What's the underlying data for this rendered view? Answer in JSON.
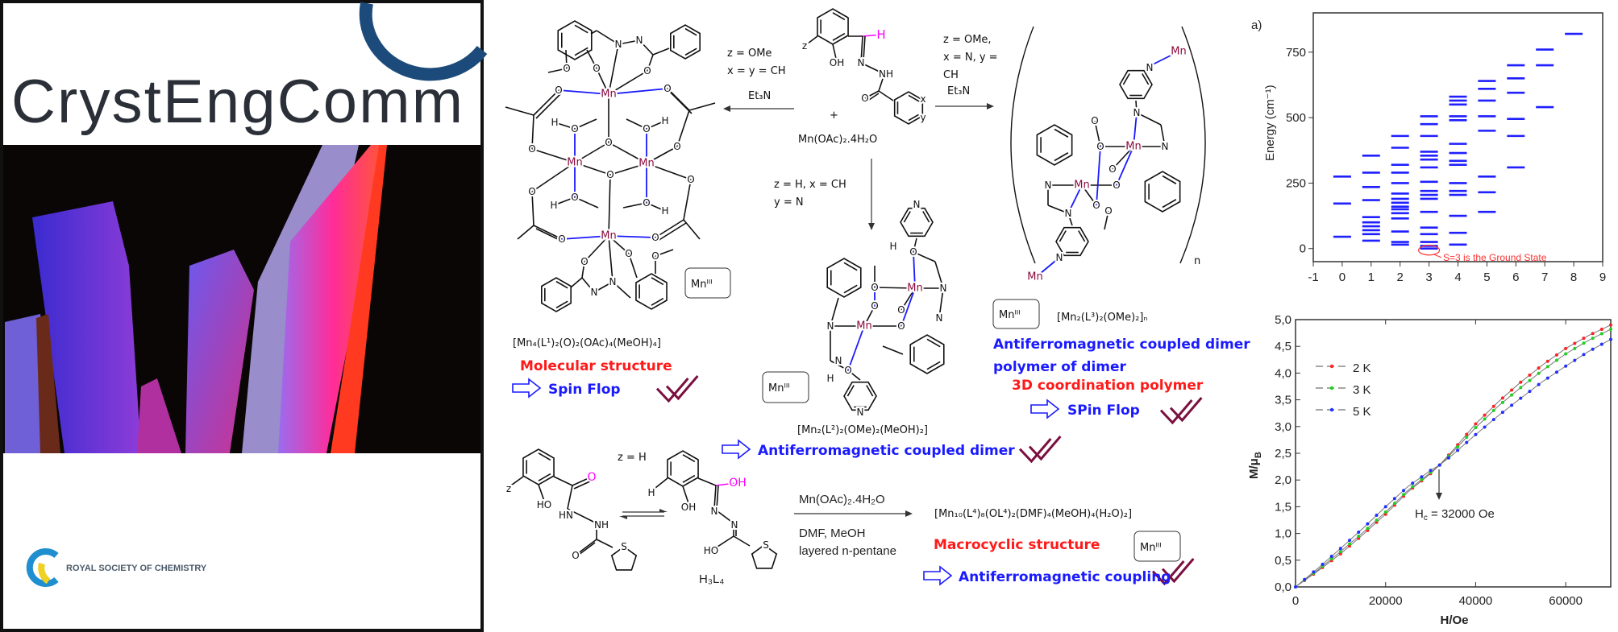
{
  "cover": {
    "journal_title": "CrystEngComm",
    "publisher_logo_text": "ROYAL SOCIETY OF CHEMISTRY"
  },
  "atoms": {
    "Mn": "Mn",
    "O": "O",
    "N": "N",
    "H": "H",
    "S": "S",
    "OH": "OH",
    "HO": "HO",
    "NH": "NH",
    "HN": "HN",
    "z": "z",
    "x": "x",
    "y": "y"
  },
  "scheme": {
    "reactant_plus": "+",
    "reactant_salt": "Mn(OAc)₂.4H₂O",
    "left_conditions": [
      "z = OMe",
      "x = y = CH",
      "Et₃N"
    ],
    "right_conditions": [
      "z = OMe,",
      "x = N, y =",
      "CH",
      "Et₃N"
    ],
    "down_conditions": [
      "z = H, x = CH",
      "y = N"
    ],
    "oxidation_badge": "Mnᴵᴵᴵ",
    "polymer_index": "n",
    "complex1": {
      "formula": "[Mn₄(L¹)₂(O)₂(OAc)₄(MeOH)₄]",
      "structure_label": "Molecular structure",
      "property": "Spin Flop"
    },
    "complex2": {
      "formula": "[Mn₂(L²)₂(OMe)₂(MeOH)₂]",
      "property": "Antiferromagnetic coupled dimer"
    },
    "complex3": {
      "formula": "[Mn₂(L³)₂(OMe)₂]ₙ",
      "line1": "Antiferromagnetic coupled dimer",
      "line2": "polymer of dimer",
      "structure_label": "3D coordination polymer",
      "property": "SPin Flop"
    },
    "bottom": {
      "z_label": "z = H",
      "ligand_name": "H₃L₄",
      "reagent": "Mn(OAc)₂.4H₂O",
      "solvent1": "DMF, MeOH",
      "solvent2": "layered n-pentane",
      "formula": "[Mn₁₀(L⁴)₈(OL⁴)₂(DMF)₄(MeOH)₄(H₂O)₂]",
      "structure_label": "Macrocyclic structure",
      "property": "Antiferromagnetic coupling"
    }
  },
  "colors": {
    "blue_text": "#1a1aff",
    "red_text": "#ff1a1a",
    "mn_label": "#8b0a3c",
    "highlight": "#ff00ff",
    "check": "#7a1040",
    "level": "#1f1fff"
  },
  "chart_data": [
    {
      "type": "scatter",
      "panel_label": "a)",
      "title": "",
      "xlabel": "",
      "ylabel": "Energy (cm⁻¹)",
      "xlim": [
        -1,
        9
      ],
      "ylim": [
        -50,
        900
      ],
      "xticks": [
        "-1",
        "0",
        "1",
        "2",
        "3",
        "4",
        "5",
        "6",
        "7",
        "8",
        "9"
      ],
      "yticks": [
        "0",
        "250",
        "500",
        "750"
      ],
      "levels": [
        {
          "S": 0,
          "energies": [
            45,
            172,
            275
          ]
        },
        {
          "S": 1,
          "energies": [
            30,
            55,
            70,
            85,
            100,
            120,
            185,
            235,
            290,
            355
          ]
        },
        {
          "S": 2,
          "energies": [
            15,
            25,
            65,
            115,
            135,
            150,
            160,
            175,
            190,
            210,
            250,
            290,
            320,
            385,
            430
          ]
        },
        {
          "S": 3,
          "energies": [
            0,
            10,
            25,
            55,
            80,
            140,
            190,
            205,
            220,
            255,
            310,
            340,
            355,
            370,
            430,
            475,
            505
          ]
        },
        {
          "S": 4,
          "energies": [
            15,
            60,
            125,
            205,
            220,
            250,
            320,
            335,
            365,
            400,
            490,
            505,
            550,
            565,
            580
          ]
        },
        {
          "S": 5,
          "energies": [
            140,
            215,
            275,
            450,
            505,
            565,
            610,
            640
          ]
        },
        {
          "S": 6,
          "energies": [
            310,
            430,
            495,
            595,
            650,
            700
          ]
        },
        {
          "S": 7,
          "energies": [
            540,
            700,
            760
          ]
        },
        {
          "S": 8,
          "energies": [
            820
          ]
        }
      ],
      "annotation": "S=3 is the Ground State"
    },
    {
      "type": "line",
      "xlabel": "H/Oe",
      "ylabel_main": "M/μ",
      "ylabel_sub": "B",
      "xlim": [
        0,
        70000
      ],
      "ylim": [
        0,
        5
      ],
      "xticks": [
        "0",
        "20000",
        "40000",
        "60000"
      ],
      "yticks": [
        "0,0",
        "0,5",
        "1,0",
        "1,5",
        "2,0",
        "2,5",
        "3,0",
        "3,5",
        "4,0",
        "4,5",
        "5,0"
      ],
      "legend": "top-left",
      "x": [
        0,
        5000,
        10000,
        15000,
        20000,
        25000,
        30000,
        32000,
        35000,
        40000,
        45000,
        50000,
        55000,
        60000,
        65000,
        70000
      ],
      "series": [
        {
          "name": "2 K",
          "color": "#ff2020",
          "values": [
            0,
            0.3,
            0.62,
            0.98,
            1.36,
            1.78,
            2.12,
            2.28,
            2.56,
            3.05,
            3.46,
            3.83,
            4.16,
            4.46,
            4.7,
            4.9
          ]
        },
        {
          "name": "3 K",
          "color": "#20d020",
          "values": [
            0,
            0.32,
            0.66,
            1.02,
            1.4,
            1.81,
            2.14,
            2.28,
            2.53,
            2.98,
            3.38,
            3.73,
            4.06,
            4.36,
            4.61,
            4.82
          ]
        },
        {
          "name": "5 K",
          "color": "#2030ff",
          "values": [
            0,
            0.35,
            0.72,
            1.1,
            1.5,
            1.88,
            2.18,
            2.28,
            2.48,
            2.85,
            3.2,
            3.53,
            3.85,
            4.13,
            4.4,
            4.63
          ]
        }
      ],
      "annotation_main": "H",
      "annotation_sub": "c",
      "annotation_value": " = 32000 Oe"
    }
  ]
}
